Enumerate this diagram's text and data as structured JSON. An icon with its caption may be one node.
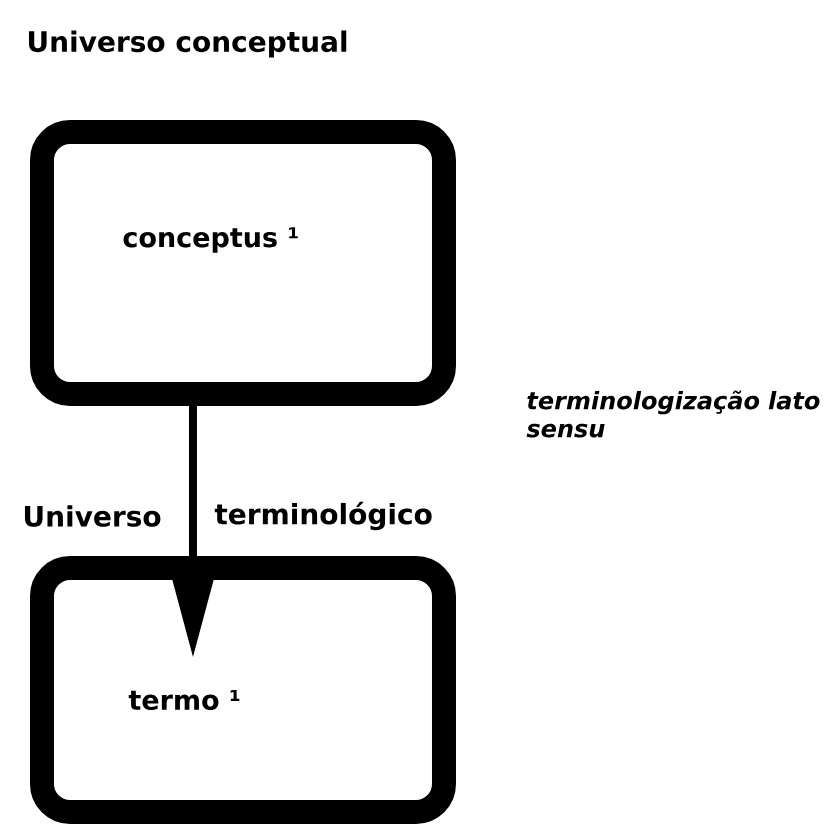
{
  "diagram": {
    "nodes": [
      {
        "text": [
          "conceptus ¹"
        ]
      },
      {
        "text": [
          "termo ¹"
        ]
      }
    ],
    "edges": [
      {
        "from": 0,
        "to": 1,
        "arrow": "to"
      }
    ],
    "labels": [
      "Universo conceptual",
      "terminologização lato sensu",
      "Universo",
      "terminológico"
    ]
  }
}
